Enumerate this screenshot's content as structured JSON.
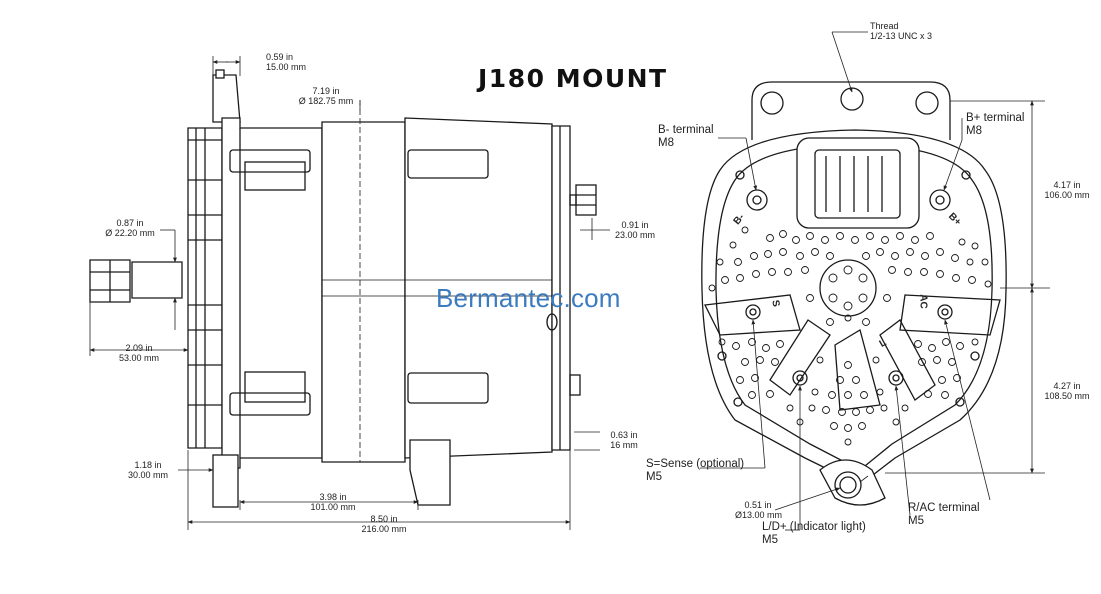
{
  "title": "J180 MOUNT",
  "watermark": "Bermantec.com",
  "side_view": {
    "dim_flange_in": "0.59 in",
    "dim_flange_mm": "15.00 mm",
    "dim_dia_in": "7.19 in",
    "dim_dia_mm": "Ø 182.75 mm",
    "dim_shaft_in": "0.87 in",
    "dim_shaft_mm": "Ø 22.20 mm",
    "dim_stud_in": "0.91 in",
    "dim_stud_mm": "23.00 mm",
    "dim_pulley_in": "2.09 in",
    "dim_pulley_mm": "53.00 mm",
    "dim_rear_in": "0.63 in",
    "dim_rear_mm": "16 mm",
    "dim_front_in": "1.18 in",
    "dim_front_mm": "30.00 mm",
    "dim_mount_in": "3.98 in",
    "dim_mount_mm": "101.00 mm",
    "dim_length_in": "8.50 in",
    "dim_length_mm": "216.00 mm"
  },
  "rear_view": {
    "thread_label": "Thread",
    "thread_spec": "1/2-13 UNC x 3",
    "b_minus_label": "B- terminal",
    "b_minus_size": "M8",
    "b_plus_label": "B+ terminal",
    "b_plus_size": "M8",
    "height_upper_in": "4.17 in",
    "height_upper_mm": "106.00 mm",
    "height_lower_in": "4.27 in",
    "height_lower_mm": "108.50 mm",
    "sense_label": "S=Sense (optional)",
    "sense_size": "M5",
    "hole_in": "0.51 in",
    "hole_mm": "Ø13.00 mm",
    "indicator_label": "L/D+ (Indicator light)",
    "indicator_size": "M5",
    "rac_label": "R/AC terminal",
    "rac_size": "M5",
    "mark_b_minus": "B-",
    "mark_b_plus": "B+",
    "mark_s": "S",
    "mark_ac": "AC",
    "mark_l": "L"
  }
}
